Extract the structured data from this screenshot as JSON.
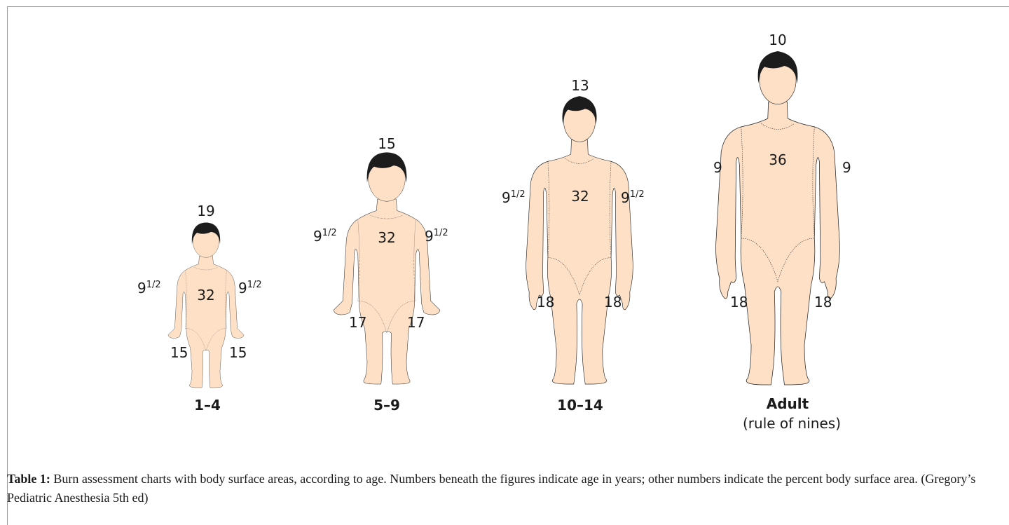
{
  "figures": [
    {
      "id": "age-1-4",
      "age": "1–4",
      "head": "19",
      "trunk": "32",
      "arm_left": "9",
      "arm_right": "9",
      "frac": "1/2",
      "leg_left": "15",
      "leg_right": "15"
    },
    {
      "id": "age-5-9",
      "age": "5–9",
      "head": "15",
      "trunk": "32",
      "arm_left": "9",
      "arm_right": "9",
      "frac": "1/2",
      "leg_left": "17",
      "leg_right": "17"
    },
    {
      "id": "age-10-14",
      "age": "10–14",
      "head": "13",
      "trunk": "32",
      "arm_left": "9",
      "arm_right": "9",
      "frac": "1/2",
      "leg_left": "18",
      "leg_right": "18"
    },
    {
      "id": "adult",
      "age": "Adult",
      "age_sub": "(rule of nines)",
      "head": "10",
      "trunk": "36",
      "arm_left": "9",
      "arm_right": "9",
      "leg_left": "18",
      "leg_right": "18"
    }
  ],
  "caption": {
    "label": "Table 1:",
    "text": " Burn assessment charts with body surface areas, according to age. Numbers beneath the figures indicate age in years; other numbers indicate the percent body surface area. (Gregory’s Pediatric Anesthesia 5th ed)"
  },
  "colors": {
    "skin": "#fde0c6",
    "hair": "#1c1c1c",
    "outline": "#2a2a2a",
    "frame": "#9a9a9a"
  }
}
